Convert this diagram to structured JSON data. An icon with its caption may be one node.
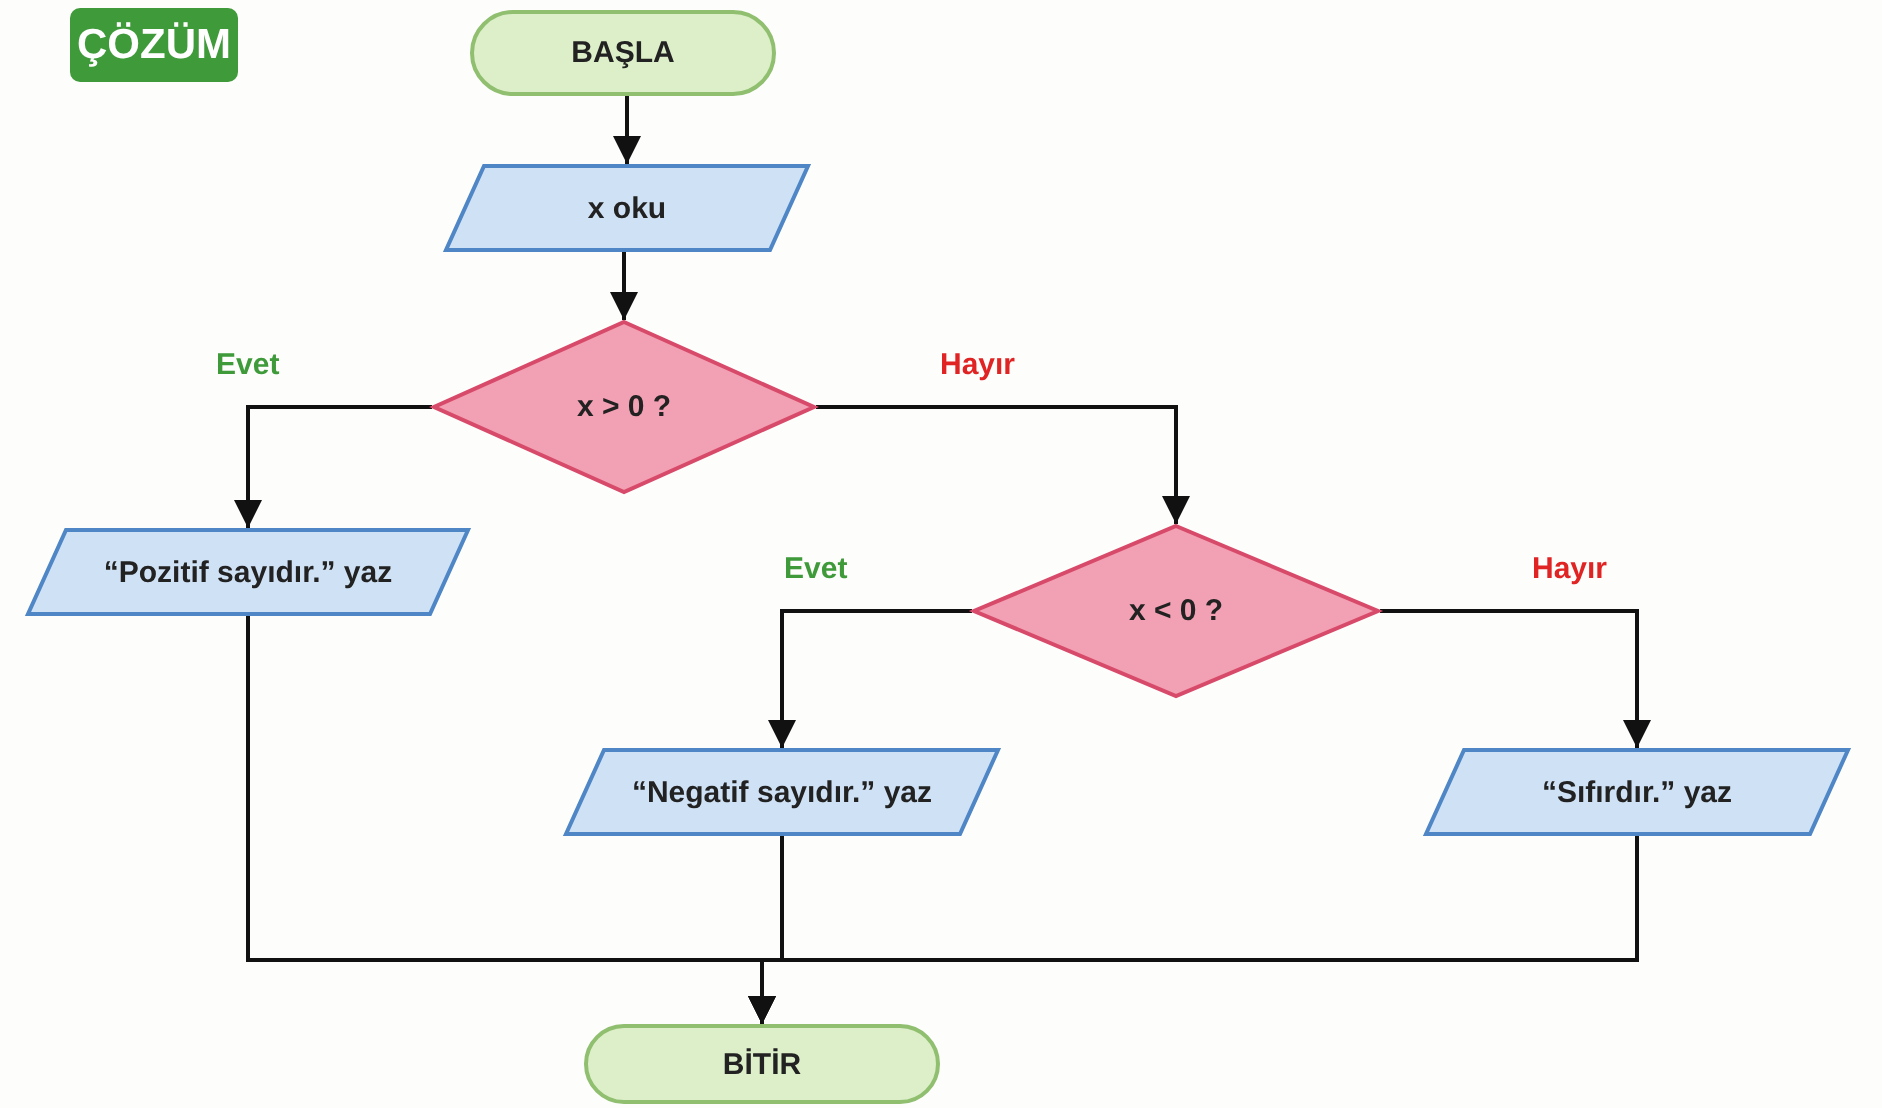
{
  "diagram": {
    "title": "ÇÖZÜM",
    "nodes": [
      {
        "text": [
          "BAŞLA"
        ]
      },
      {
        "text": [
          "x oku"
        ]
      },
      {
        "text": [
          "x > 0 ?"
        ]
      },
      {
        "text": [
          "“Pozitif sayıdır.” yaz"
        ]
      },
      {
        "text": [
          "x < 0 ?"
        ]
      },
      {
        "text": [
          "“Negatif sayıdır.” yaz"
        ]
      },
      {
        "text": [
          "“Sıfırdır.” yaz"
        ]
      },
      {
        "text": [
          "BİTİR"
        ]
      }
    ],
    "edges": [
      {
        "from": 0,
        "to": 1,
        "arrow": "to"
      },
      {
        "from": 1,
        "to": 2,
        "arrow": "to"
      },
      {
        "from": 2,
        "to": 3,
        "arrow": "to",
        "label": "Evet"
      },
      {
        "from": 2,
        "to": 4,
        "arrow": "to",
        "label": "Hayır"
      },
      {
        "from": 4,
        "to": 5,
        "arrow": "to",
        "label": "Evet"
      },
      {
        "from": 4,
        "to": 6,
        "arrow": "to",
        "label": "Hayır"
      },
      {
        "from": 3,
        "to": 7,
        "arrow": "to"
      },
      {
        "from": 5,
        "to": 7,
        "arrow": "to"
      },
      {
        "from": 6,
        "to": 7,
        "arrow": "to"
      }
    ]
  }
}
